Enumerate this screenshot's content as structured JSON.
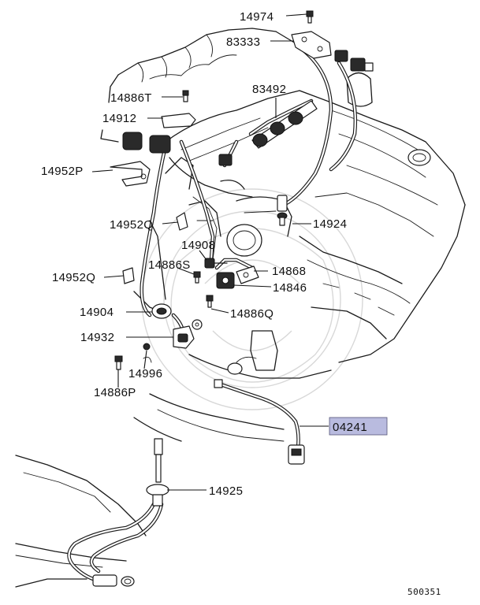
{
  "diagram_code": "500351",
  "highlight_color": "#b9bbdf",
  "labels": {
    "p14974": "14974",
    "p83333": "83333",
    "p83492": "83492",
    "p14886T": "14886T",
    "p14912": "14912",
    "p14952P": "14952P",
    "p14952Q_a": "14952Q",
    "p14908": "14908",
    "p14924": "14924",
    "p14886S": "14886S",
    "p14868": "14868",
    "p14952Q_b": "14952Q",
    "p14846": "14846",
    "p14904": "14904",
    "p14886Q": "14886Q",
    "p14932": "14932",
    "p14996": "14996",
    "p14886P": "14886P",
    "p04241": "04241",
    "p14925": "14925"
  }
}
